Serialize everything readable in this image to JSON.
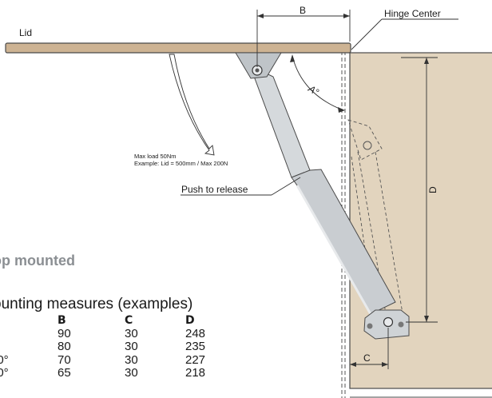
{
  "labels": {
    "lid": "Lid",
    "hinge_center": "Hinge Center",
    "dim_b": "B",
    "dim_a": "A°",
    "dim_d": "D",
    "dim_c": "C",
    "max_load": "Max load 50Nm",
    "example": "Example: Lid = 500mm / Max 200N",
    "push_to_release": "Push to release"
  },
  "subtitle": "op mounted",
  "table": {
    "title": "ounting measures (examples)",
    "headers": [
      "",
      "B",
      "C",
      "D"
    ],
    "rows": [
      [
        "°",
        "90",
        "30",
        "248"
      ],
      [
        "°",
        "80",
        "30",
        "235"
      ],
      [
        "00°",
        "70",
        "30",
        "227"
      ],
      [
        "10°",
        "65",
        "30",
        "218"
      ]
    ]
  },
  "colors": {
    "cabinet": "#e2d4be",
    "lid": "#cdb393",
    "strut": "#c9cdd1",
    "subtitle": "#8b8f93"
  }
}
